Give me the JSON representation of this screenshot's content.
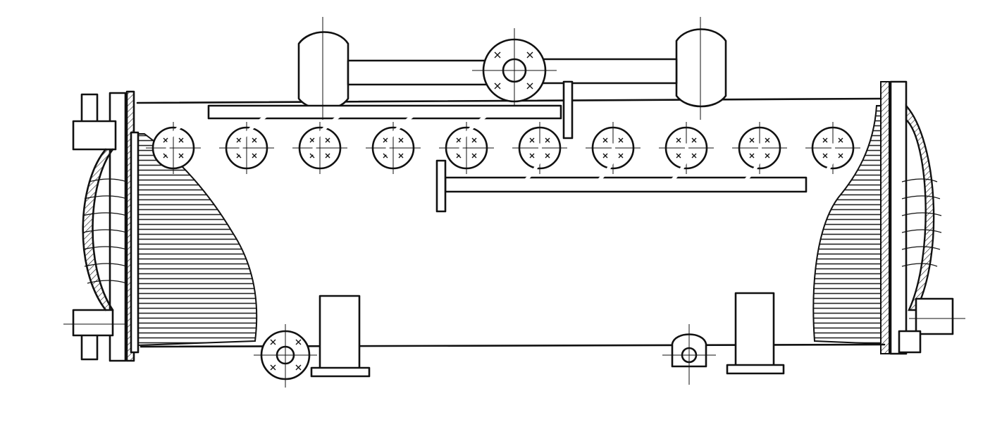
{
  "drawing": {
    "type": "technical cross-section drawing",
    "text_labels": [],
    "nozzle_counts": {
      "top_row_nozzles": 10,
      "top_large_flanges": 1,
      "bottom_flanges": 2,
      "supports": 2
    },
    "colors": {
      "ink": "#111111",
      "paper": "#ffffff",
      "hatch": "#222222"
    }
  }
}
